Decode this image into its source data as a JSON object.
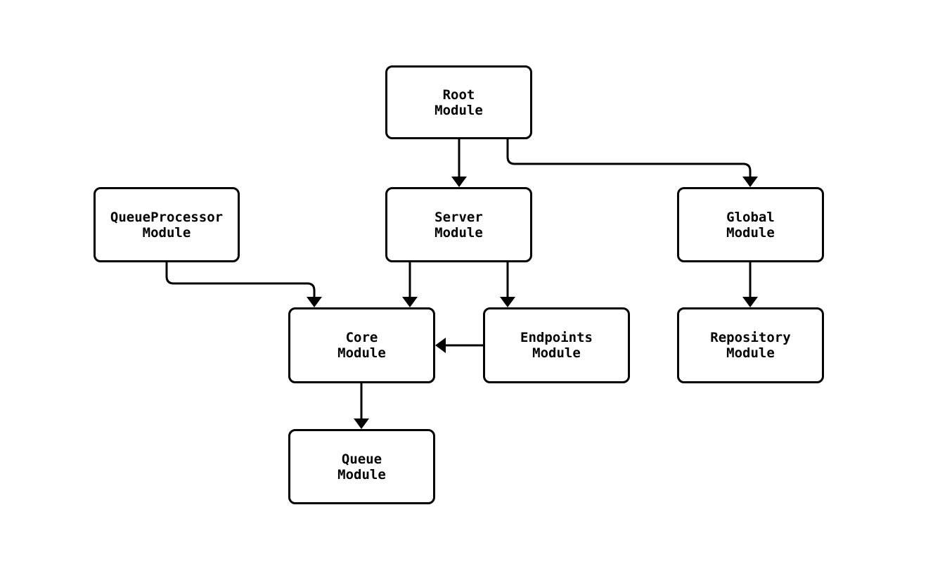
{
  "diagram": {
    "type": "flowchart",
    "direction": "top-down",
    "colors": {
      "background": "#ffffff",
      "node_fill": "#ffffff",
      "node_border": "#000000",
      "edge": "#000000",
      "text": "#000000"
    },
    "nodes": [
      {
        "id": "root",
        "label": "Root\nModule"
      },
      {
        "id": "queue-processor",
        "label": "QueueProcessor\nModule"
      },
      {
        "id": "server",
        "label": "Server\nModule"
      },
      {
        "id": "global",
        "label": "Global\nModule"
      },
      {
        "id": "core",
        "label": "Core\nModule"
      },
      {
        "id": "endpoints",
        "label": "Endpoints\nModule"
      },
      {
        "id": "repository",
        "label": "Repository\nModule"
      },
      {
        "id": "queue",
        "label": "Queue\nModule"
      }
    ],
    "edges": [
      {
        "from": "root",
        "to": "server"
      },
      {
        "from": "root",
        "to": "global"
      },
      {
        "from": "queue-processor",
        "to": "core"
      },
      {
        "from": "server",
        "to": "core"
      },
      {
        "from": "server",
        "to": "endpoints"
      },
      {
        "from": "endpoints",
        "to": "core"
      },
      {
        "from": "global",
        "to": "repository"
      },
      {
        "from": "core",
        "to": "queue"
      }
    ]
  }
}
